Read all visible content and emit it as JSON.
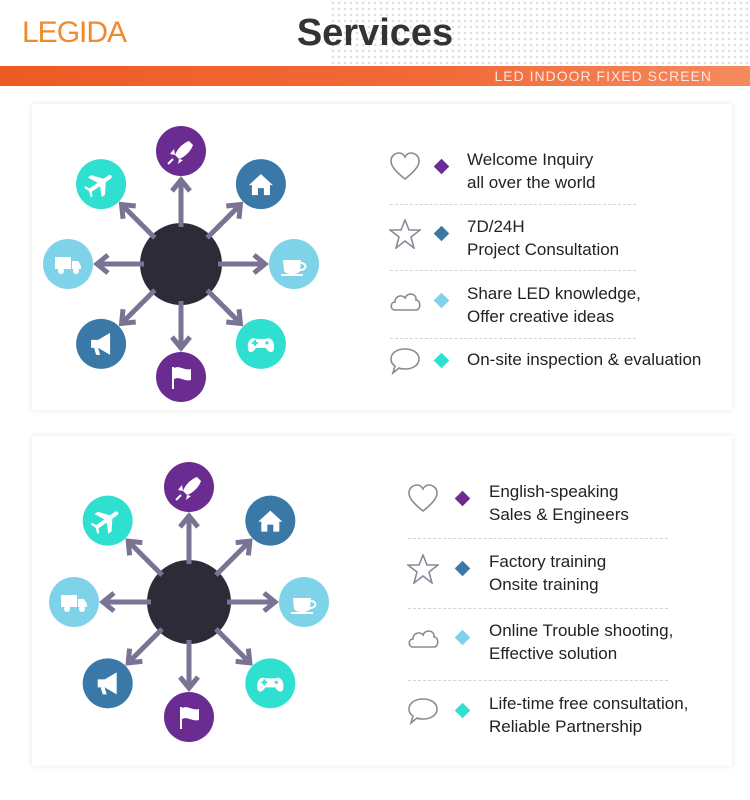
{
  "brand": {
    "logo": "LEGIDA"
  },
  "header": {
    "title": "Services",
    "subtitle": "LED INDOOR FIXED SCREEN"
  },
  "colors": {
    "accent": "#ee5a24",
    "purple": "#6a2c91",
    "steel": "#3a78a8",
    "sky": "#7fd3e8",
    "cyan": "#2fe0d0",
    "hub": "#2e2b38"
  },
  "panels": [
    {
      "icons": [
        "rocket-icon",
        "home-icon",
        "coffee-icon",
        "gamepad-icon",
        "flag-icon",
        "megaphone-icon",
        "truck-icon",
        "plane-icon"
      ],
      "items": [
        {
          "icon": "heart-icon",
          "diamond": "#6a2c91",
          "line1": "Welcome Inquiry",
          "line2": "all over the world"
        },
        {
          "icon": "star-icon",
          "diamond": "#3a78a8",
          "line1": "7D/24H",
          "line2": "Project Consultation"
        },
        {
          "icon": "cloud-icon",
          "diamond": "#7fd3e8",
          "line1": "Share LED knowledge,",
          "line2": "Offer creative ideas"
        },
        {
          "icon": "speech-icon",
          "diamond": "#2fe0d0",
          "line1": "On-site inspection & evaluation",
          "line2": ""
        }
      ]
    },
    {
      "icons": [
        "rocket-icon",
        "home-icon",
        "coffee-icon",
        "gamepad-icon",
        "flag-icon",
        "megaphone-icon",
        "truck-icon",
        "plane-icon"
      ],
      "items": [
        {
          "icon": "heart-icon",
          "diamond": "#6a2c91",
          "line1": "English-speaking",
          "line2": "Sales & Engineers"
        },
        {
          "icon": "star-icon",
          "diamond": "#3a78a8",
          "line1": "Factory training",
          "line2": "Onsite training"
        },
        {
          "icon": "cloud-icon",
          "diamond": "#7fd3e8",
          "line1": "Online Trouble shooting,",
          "line2": "Effective solution"
        },
        {
          "icon": "speech-icon",
          "diamond": "#2fe0d0",
          "line1": "Life-time free consultation,",
          "line2": "Reliable Partnership"
        }
      ]
    }
  ]
}
